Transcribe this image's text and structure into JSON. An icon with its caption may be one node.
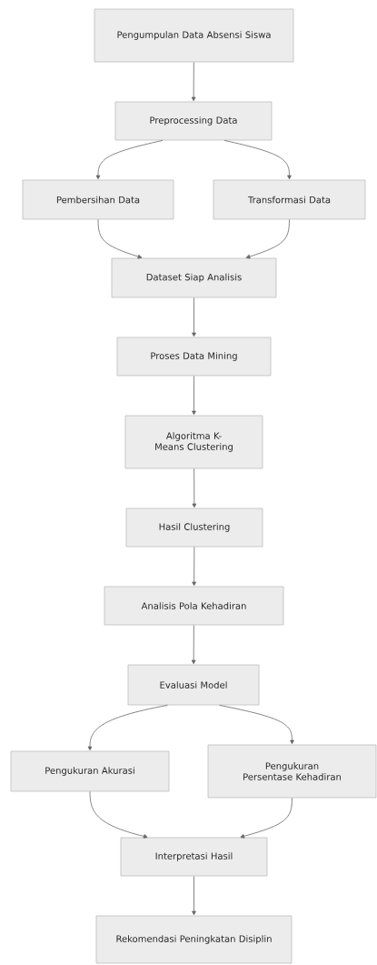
{
  "diagram": {
    "nodes": [
      {
        "text": [
          "Pengumpulan Data Absensi Siswa"
        ]
      },
      {
        "text": [
          "Preprocessing Data"
        ]
      },
      {
        "text": [
          "Pembersihan Data"
        ]
      },
      {
        "text": [
          "Transformasi Data"
        ]
      },
      {
        "text": [
          "Dataset Siap Analisis"
        ]
      },
      {
        "text": [
          "Proses Data Mining"
        ]
      },
      {
        "text": [
          "Algoritma K-Means Clustering"
        ]
      },
      {
        "text": [
          "Hasil Clustering"
        ]
      },
      {
        "text": [
          "Analisis Pola Kehadiran"
        ]
      },
      {
        "text": [
          "Evaluasi Model"
        ]
      },
      {
        "text": [
          "Pengukuran Akurasi"
        ]
      },
      {
        "text": [
          "Pengukuran Persentase Kehadiran"
        ]
      },
      {
        "text": [
          "Interpretasi Hasil"
        ]
      },
      {
        "text": [
          "Rekomendasi Peningkatan Disiplin"
        ]
      }
    ],
    "edges": [
      {
        "from": 0,
        "to": 1,
        "arrow": "to"
      },
      {
        "from": 1,
        "to": 2,
        "arrow": "to"
      },
      {
        "from": 1,
        "to": 3,
        "arrow": "to"
      },
      {
        "from": 2,
        "to": 4,
        "arrow": "to"
      },
      {
        "from": 3,
        "to": 4,
        "arrow": "to"
      },
      {
        "from": 4,
        "to": 5,
        "arrow": "to"
      },
      {
        "from": 5,
        "to": 6,
        "arrow": "to"
      },
      {
        "from": 6,
        "to": 7,
        "arrow": "to"
      },
      {
        "from": 7,
        "to": 8,
        "arrow": "to"
      },
      {
        "from": 8,
        "to": 9,
        "arrow": "to"
      },
      {
        "from": 9,
        "to": 10,
        "arrow": "to"
      },
      {
        "from": 9,
        "to": 11,
        "arrow": "to"
      },
      {
        "from": 10,
        "to": 12,
        "arrow": "to"
      },
      {
        "from": 11,
        "to": 12,
        "arrow": "to"
      },
      {
        "from": 12,
        "to": 13,
        "arrow": "to"
      }
    ]
  }
}
